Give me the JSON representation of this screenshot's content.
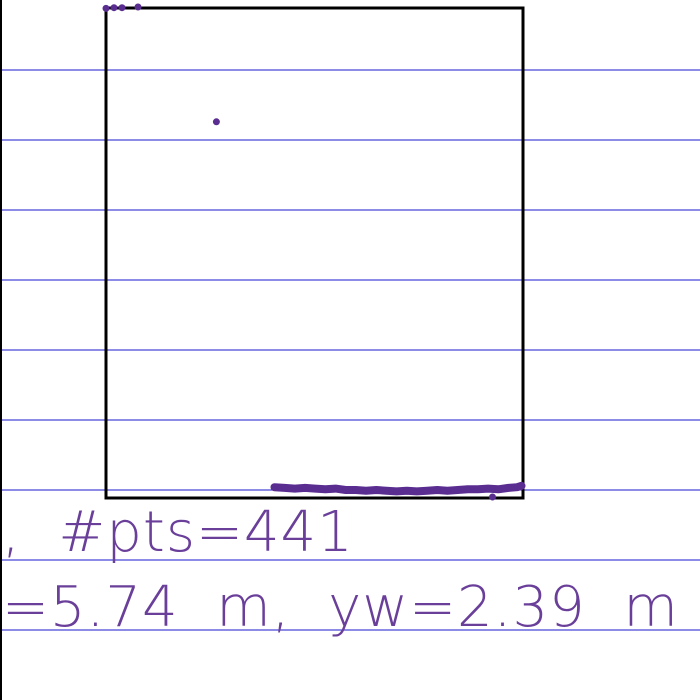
{
  "colors": {
    "background": "#ffffff",
    "grid": "#1a1acc",
    "frame": "#000000",
    "points": "#5a2d91",
    "text": "#6a3f9a"
  },
  "caption": {
    "line1": ",  #pts=441",
    "line2": "=5.74  m,  yw=2.39  m"
  },
  "chart_data": {
    "type": "scatter",
    "title": "",
    "xlabel": "",
    "ylabel": "",
    "point_count": 441,
    "xlim": [
      0,
      5.74
    ],
    "ylim": [
      0,
      7
    ],
    "grid": "horizontal",
    "series": [
      {
        "x": [
          0.0,
          0.11,
          0.22,
          0.44,
          1.52,
          2.32,
          2.46,
          2.6,
          2.74,
          2.88,
          3.02,
          3.16,
          3.3,
          3.44,
          3.58,
          3.72,
          3.86,
          4.0,
          4.14,
          4.28,
          4.42,
          4.56,
          4.7,
          4.84,
          4.98,
          5.12,
          5.26,
          5.4,
          5.54,
          5.66,
          5.72,
          5.32
        ],
        "y": [
          6.98,
          6.99,
          6.99,
          7.0,
          5.36,
          0.14,
          0.13,
          0.12,
          0.13,
          0.12,
          0.11,
          0.12,
          0.1,
          0.1,
          0.09,
          0.1,
          0.09,
          0.08,
          0.09,
          0.08,
          0.09,
          0.1,
          0.09,
          0.1,
          0.11,
          0.11,
          0.12,
          0.11,
          0.13,
          0.14,
          0.16,
          0.0
        ]
      }
    ]
  }
}
